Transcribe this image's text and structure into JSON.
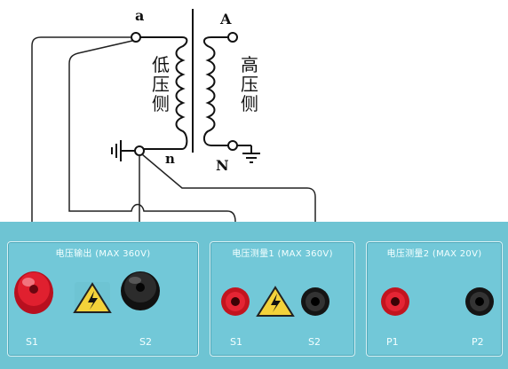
{
  "diagram": {
    "terminal_a": "a",
    "terminal_A": "A",
    "terminal_n": "n",
    "terminal_N": "N",
    "low_side_label": "低压侧",
    "high_side_label": "高压侧"
  },
  "panels": [
    {
      "title": "电压输出 (MAX 360V)",
      "left_label": "S1",
      "right_label": "S2"
    },
    {
      "title": "电压测量1 (MAX 360V)",
      "left_label": "S1",
      "right_label": "S2"
    },
    {
      "title": "电压测量2 (MAX 20V)",
      "left_label": "P1",
      "right_label": "P2"
    }
  ],
  "colors": {
    "panel": "#6ec4d3",
    "red_terminal": "#d8182a",
    "black_terminal": "#222222",
    "warning_yellow": "#f3d23a"
  }
}
